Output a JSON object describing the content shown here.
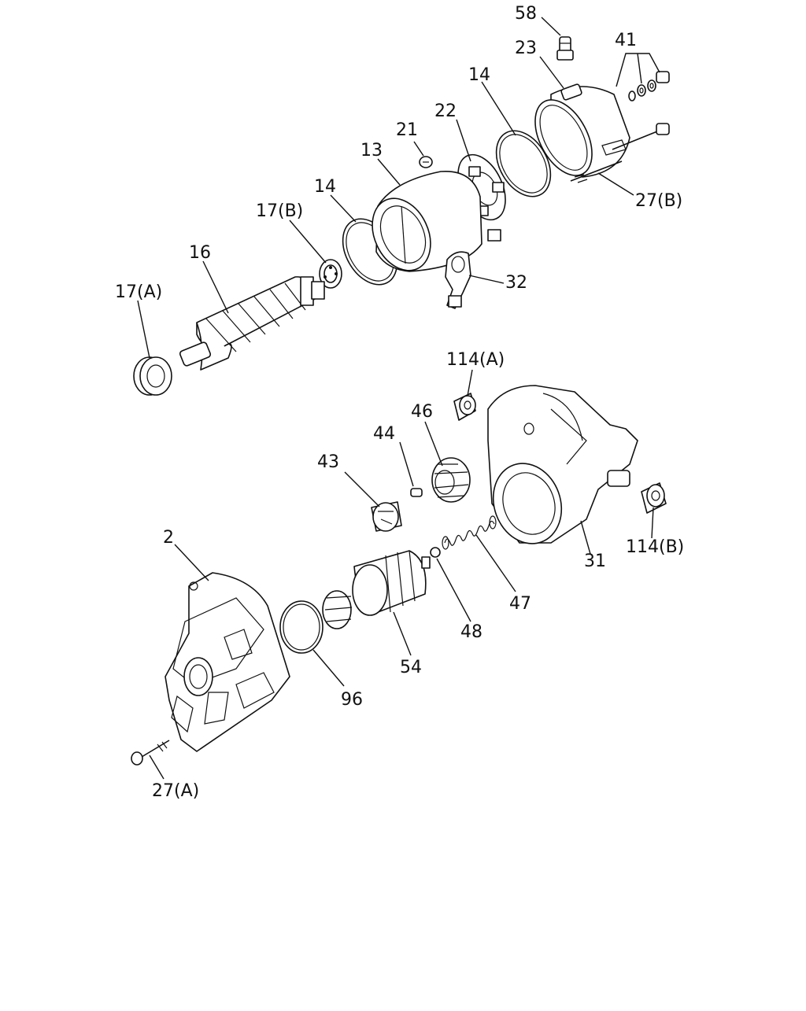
{
  "callouts": {
    "c58": "58",
    "c23": "23",
    "c41": "41",
    "c14a": "14",
    "c22": "22",
    "c21": "21",
    "c13": "13",
    "c14b": "14",
    "c27b": "27(B)",
    "c17b": "17(B)",
    "c16": "16",
    "c17a": "17(A)",
    "c32": "32",
    "c114a": "114(A)",
    "c46": "46",
    "c44": "44",
    "c43": "43",
    "c2": "2",
    "c31": "31",
    "c114b": "114(B)",
    "c47": "47",
    "c48": "48",
    "c96": "96",
    "c54": "54",
    "c27a": "27(A)"
  }
}
